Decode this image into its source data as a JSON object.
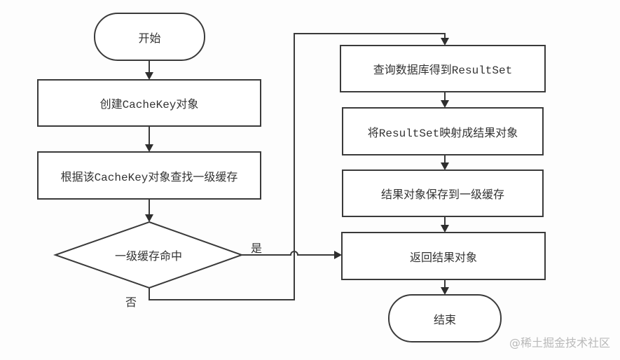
{
  "diagram": {
    "nodes": {
      "start": "开始",
      "create_key": "创建CacheKey对象",
      "lookup_cache": "根据该CacheKey对象查找一级缓存",
      "decision": "一级缓存命中",
      "query_db": "查询数据库得到ResultSet",
      "map_result": "将ResultSet映射成结果对象",
      "save_cache": "结果对象保存到一级缓存",
      "return_result": "返回结果对象",
      "end": "结束"
    },
    "edges": {
      "yes_label": "是",
      "no_label": "否"
    }
  },
  "watermark": "@稀土掘金技术社区"
}
